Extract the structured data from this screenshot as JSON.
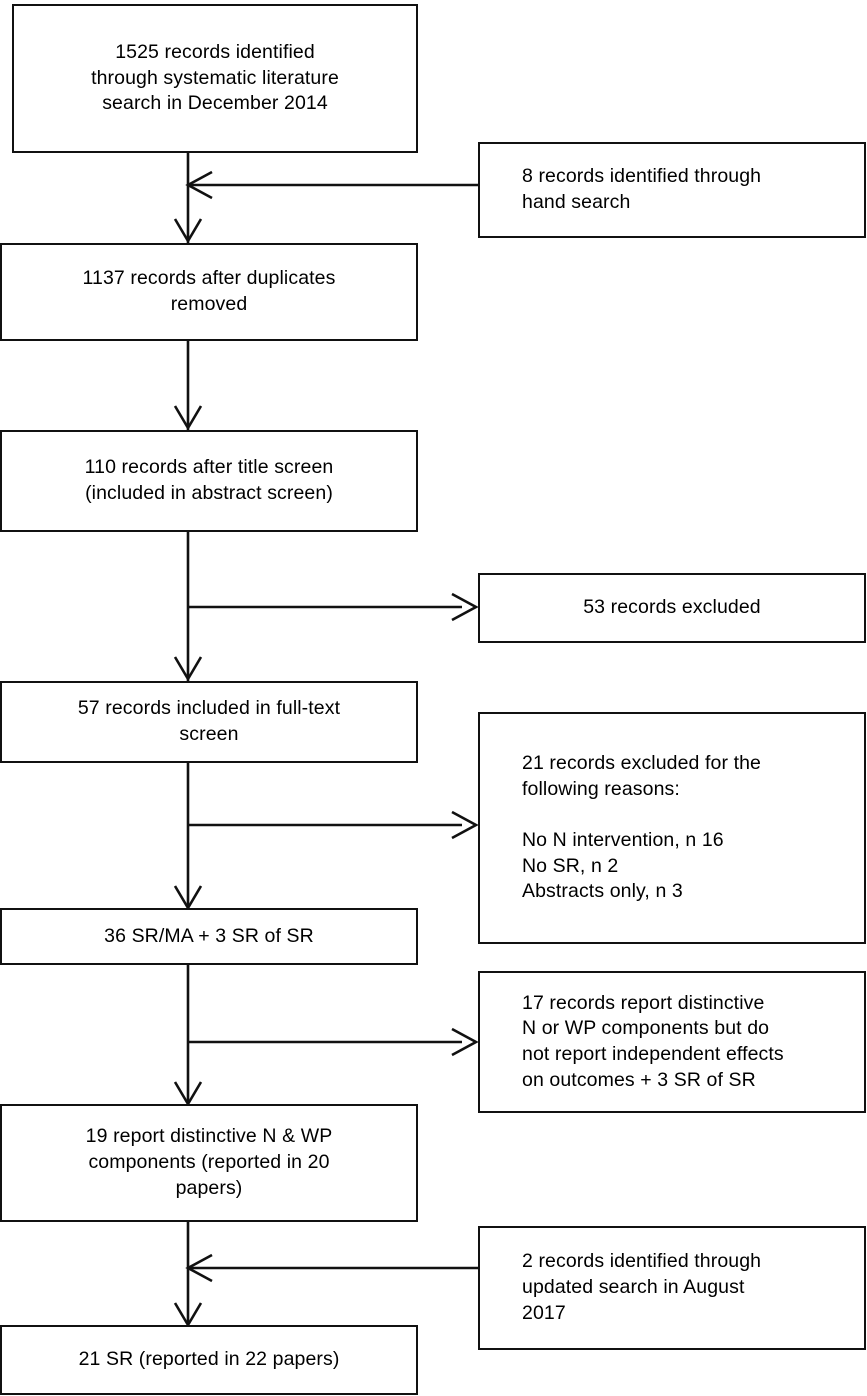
{
  "diagram": {
    "type": "prisma-flow-diagram",
    "title": "PRISMA study selection flow diagram",
    "background_color": "#ffffff",
    "line_color": "#111111",
    "text_color": "#000000"
  },
  "boxes": {
    "identified": {
      "text": "1525 records identified\nthrough systematic literature\nsearch in December 2014",
      "align": "center"
    },
    "hand_search": {
      "text": "8 records identified through\nhand search",
      "align": "left"
    },
    "duplicates_removed": {
      "text": "1137 records after duplicates\nremoved",
      "align": "center"
    },
    "title_screen": {
      "text": "110 records after title screen\n(included in abstract screen)",
      "align": "center"
    },
    "excluded_53": {
      "text": "53 records excluded",
      "align": "center"
    },
    "fulltext_screen": {
      "text": "57 records included in full-text\nscreen",
      "align": "center"
    },
    "excluded_21": {
      "text": "21 records excluded for the\nfollowing reasons:\n\nNo N intervention, n 16\nNo SR, n 2\nAbstracts only, n 3",
      "align": "left"
    },
    "sr_ma": {
      "text": "36 SR/MA + 3 SR of SR",
      "align": "center"
    },
    "excluded_17": {
      "text": "17 records report distinctive\nN or WP components but do\nnot report independent effects\non outcomes + 3 SR of SR",
      "align": "left"
    },
    "distinctive_19": {
      "text": "19 report distinctive N & WP\ncomponents (reported in 20\npapers)",
      "align": "center"
    },
    "updated_search": {
      "text": "2 records identified through\nupdated search in August\n2017",
      "align": "left"
    },
    "final_21": {
      "text": "21 SR (reported in 22 papers)",
      "align": "center"
    }
  },
  "flow_counts": {
    "records_identified_systematic": 1525,
    "records_identified_hand_search": 8,
    "records_after_duplicates": 1137,
    "records_after_title_screen": 110,
    "records_excluded_abstract": 53,
    "records_fulltext_screen": 57,
    "records_excluded_fulltext": 21,
    "excluded_no_n_intervention": 16,
    "excluded_no_sr": 2,
    "excluded_abstracts_only": 3,
    "sr_ma_plus_sr_of_sr": "36 SR/MA + 3 SR of SR",
    "records_no_independent_effects": 17,
    "reports_distinctive_components": 19,
    "papers_for_19_reports": 20,
    "records_updated_search": 2,
    "final_systematic_reviews": 21,
    "final_papers": 22,
    "search_date_original": "December 2014",
    "search_date_updated": "August 2017"
  }
}
